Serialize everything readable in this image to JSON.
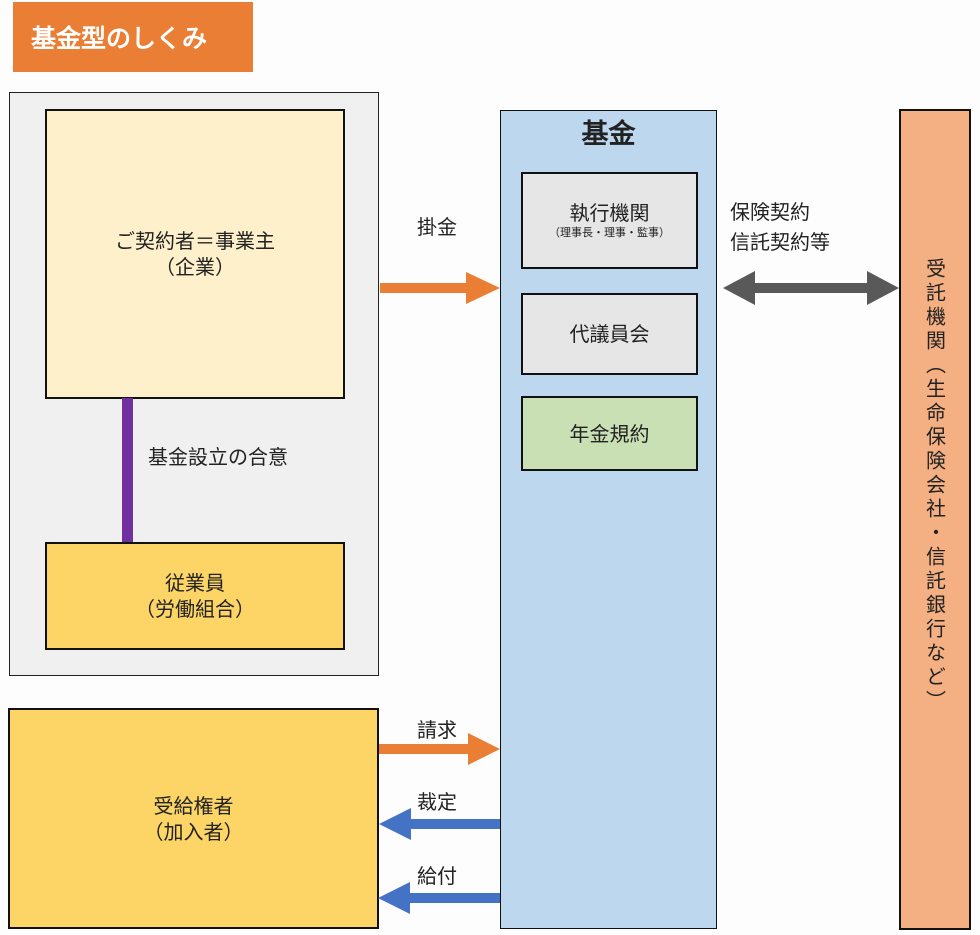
{
  "title": "基金型のしくみ",
  "employer": {
    "line1": "ご契約者＝事業主",
    "line2": "（企業）"
  },
  "agreement_label": "基金設立の合意",
  "employee": {
    "line1": "従業員",
    "line2": "（労働組合）"
  },
  "beneficiary": {
    "line1": "受給権者",
    "line2": "（加入者）"
  },
  "fund": {
    "title": "基金",
    "executive": {
      "line1": "執行機関",
      "line2": "（理事長・理事・監事）"
    },
    "council": "代議員会",
    "rules": "年金規約"
  },
  "trustee": "受託機関（生命保険会社・信託銀行など）",
  "flows": {
    "contribution": "掛金",
    "contracts_line1": "保険契約",
    "contracts_line2": "信託契約等",
    "claim": "請求",
    "determination": "裁定",
    "payment": "給付"
  },
  "colors": {
    "orange_arrow": "#e97e34",
    "blue_arrow": "#4472c4",
    "gray_arrow": "#595959",
    "purple_line": "#7030a0"
  }
}
